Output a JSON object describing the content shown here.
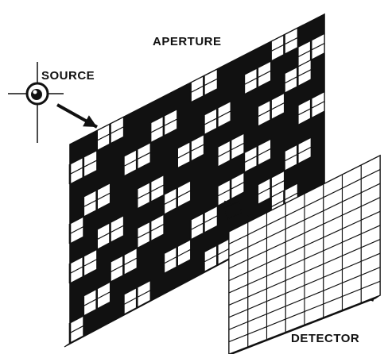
{
  "labels": {
    "aperture": "APERTURE",
    "source": "SOURCE",
    "detector": "DETECTOR"
  },
  "colors": {
    "ink": "#111111",
    "paper": "#ffffff"
  },
  "aperture_mask": [
    "0011000001100001100",
    "0011000001100001100",
    "1100001100000110011",
    "1100001100000110011",
    "0000110000110000110",
    "0000110000110000110",
    "0110000011000011000",
    "0110000011000011000",
    "1000011000011000011",
    "1000011000011000011",
    "0011000110000110000",
    "0011000110000110000",
    "1100011000011000110",
    "1100011000011000110",
    "0001100001100011000",
    "0001100001100011000",
    "0110000110000001100",
    "0110000110000001100",
    "1000110000110000011",
    "1000110000110000011"
  ],
  "detector_grid": {
    "columns": 8,
    "rows": 10
  },
  "icons": {
    "source": "light-source-icon",
    "beam_in": "arrow-icon",
    "beam_out": "arrow-icon"
  }
}
